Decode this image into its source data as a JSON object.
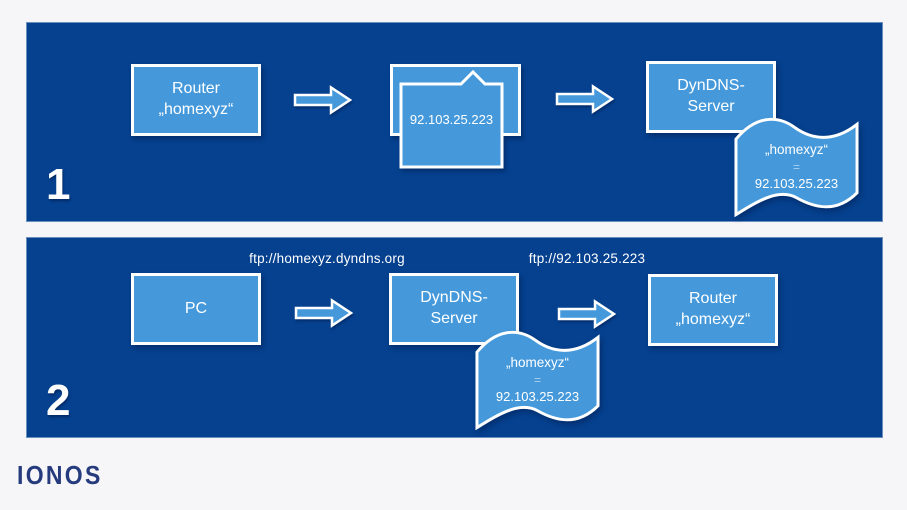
{
  "colors": {
    "panel_bg": "#05418f",
    "shape_fill": "#4599db",
    "shape_border": "#ffffff",
    "page_bg": "#f6f6f8",
    "text": "#ffffff",
    "logo_color": "#263b7d"
  },
  "brand": {
    "logo_text": "IONOS"
  },
  "panel1": {
    "number": "1",
    "router_box": {
      "line1": "Router",
      "line2": "„homexyz“"
    },
    "ip_card": {
      "ip": "92.103.25.223"
    },
    "dyndns_box": {
      "line1": "DynDNS-",
      "line2": "Server"
    },
    "flag": {
      "name": "„homexyz“",
      "equals": "=",
      "ip": "92.103.25.223"
    }
  },
  "panel2": {
    "number": "2",
    "label_left": "ftp://homexyz.dyndns.org",
    "label_right": "ftp://92.103.25.223",
    "pc_box": {
      "line1": "PC"
    },
    "dyndns_box": {
      "line1": "DynDNS-",
      "line2": "Server"
    },
    "router_box": {
      "line1": "Router",
      "line2": "„homexyz“"
    },
    "flag": {
      "name": "„homexyz“",
      "equals": "=",
      "ip": "92.103.25.223"
    }
  }
}
